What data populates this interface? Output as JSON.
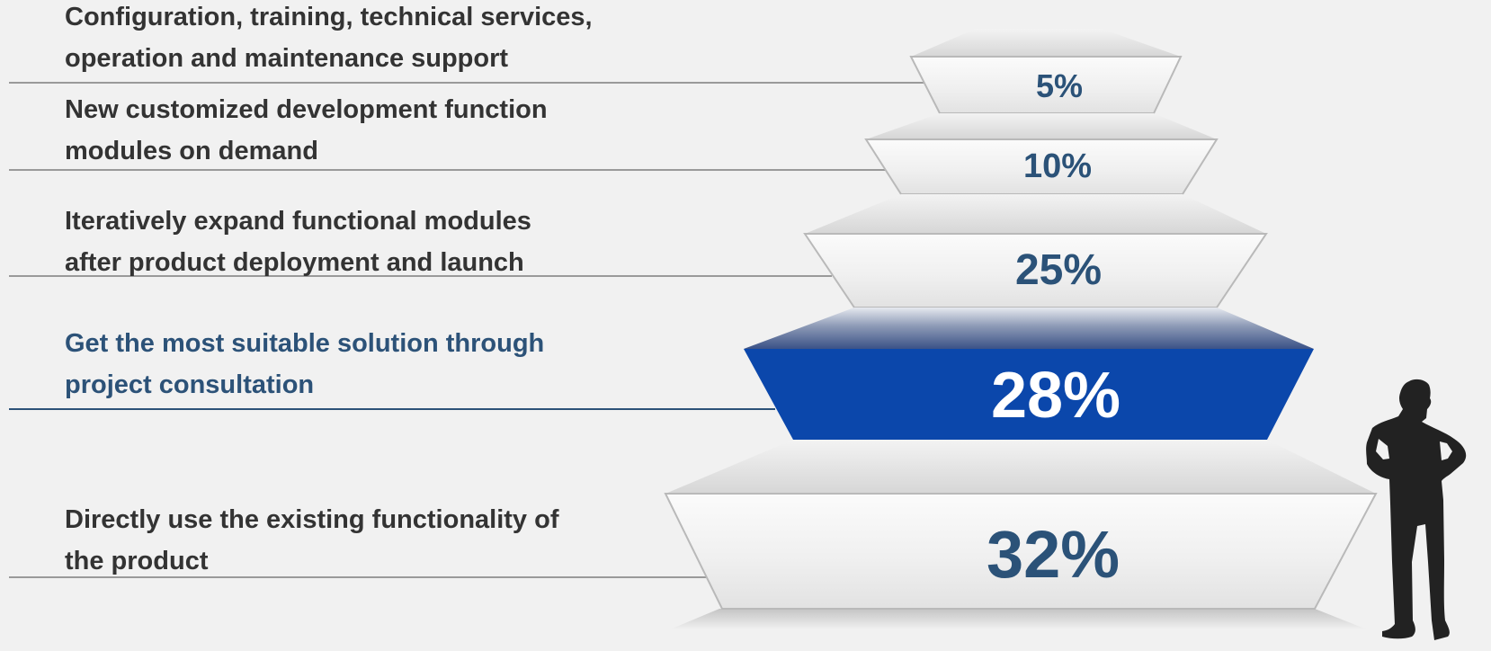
{
  "colors": {
    "background": "#f1f1f1",
    "text": "#333333",
    "highlight_text": "#2c5278",
    "highlight_tier": "#0b47ab",
    "percent_text": "#2b5278",
    "highlight_percent_text": "#ffffff",
    "connector_line": "#9a9a9a",
    "highlight_connector_line": "#2c5278",
    "silhouette": "#222222"
  },
  "tiers": [
    {
      "id": "tier-1",
      "percent": "5%",
      "value": 5,
      "lines": [
        "Configuration, training, technical services,",
        "operation and maintenance support"
      ],
      "highlight": false
    },
    {
      "id": "tier-2",
      "percent": "10%",
      "value": 10,
      "lines": [
        "New customized development function",
        "modules on demand"
      ],
      "highlight": false
    },
    {
      "id": "tier-3",
      "percent": "25%",
      "value": 25,
      "lines": [
        "Iteratively expand functional modules",
        "after product deployment and launch"
      ],
      "highlight": false
    },
    {
      "id": "tier-4",
      "percent": "28%",
      "value": 28,
      "lines": [
        "Get the most suitable solution through",
        "project consultation"
      ],
      "highlight": true
    },
    {
      "id": "tier-5",
      "percent": "32%",
      "value": 32,
      "lines": [
        "Directly use the existing functionality of",
        "the product"
      ],
      "highlight": false
    }
  ],
  "figure": {
    "icon": "standing-person-silhouette-icon"
  }
}
